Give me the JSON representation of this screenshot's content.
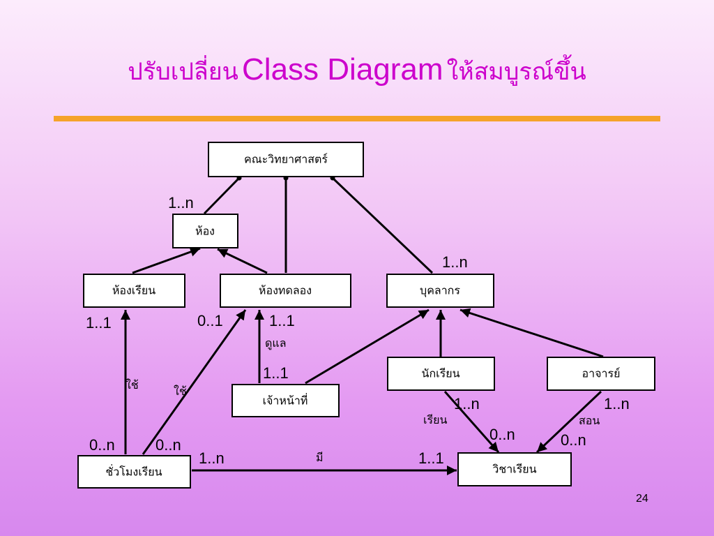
{
  "slide": {
    "title_part1": "ปรับเปลี่ยน",
    "title_part2": "Class Diagram",
    "title_part3": "ให้สมบูรณ์ขึ้น",
    "page_number": "24"
  },
  "diagram": {
    "classes": {
      "faculty": "คณะวิทยาศาสตร์",
      "room": "ห้อง",
      "classroom": "ห้องเรียน",
      "lab": "ห้องทดลอง",
      "personnel": "บุคลากร",
      "student": "นักเรียน",
      "teacher": "อาจารย์",
      "staff": "เจ้าหน้าที่",
      "period": "ชั่วโมงเรียน",
      "subject": "วิชาเรียน"
    },
    "multiplicities": {
      "faculty_room": "1..n",
      "faculty_personnel": "1..n",
      "classroom_use_top": "1..1",
      "lab_use_top": "0..1",
      "lab_staff_top": "1..1",
      "lab_staff_bottom": "1..1",
      "period_classroom": "0..n",
      "period_lab": "0..n",
      "period_subject_left": "1..n",
      "period_subject_right": "1..1",
      "student_top": "1..n",
      "student_subject": "0..n",
      "teacher_top": "1..n",
      "teacher_subject": "0..n"
    },
    "roles": {
      "use_classroom": "ใช้",
      "use_lab": "ใช้",
      "supervise": "ดูแล",
      "has": "มี",
      "study": "เรียน",
      "teach": "สอน"
    },
    "colors": {
      "title": "#cc00cc",
      "divider": "#f5a32a"
    }
  }
}
